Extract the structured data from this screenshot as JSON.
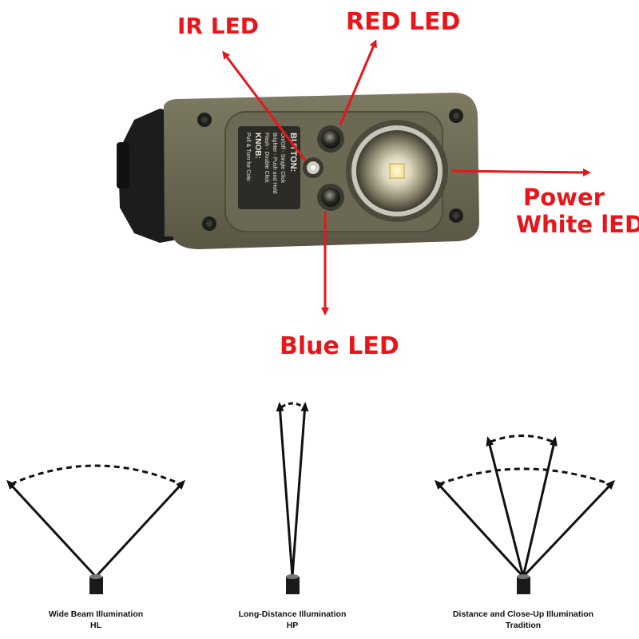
{
  "callouts": {
    "ir_led": "IR LED",
    "red_led": "RED LED",
    "power_line1": "Power",
    "power_line2": "White lED",
    "blue_led": "Blue LED"
  },
  "device_text": {
    "button_head": "BUTTON:",
    "line1": "On/Off - Single Click",
    "line2": "Brighter - Push and Hold",
    "line3": "Flash - Double Click",
    "knob_head": "KNOB:",
    "line4": "Pull & Turn for Colo"
  },
  "beams": [
    {
      "title": "Wide Beam Illumination",
      "code": "HL"
    },
    {
      "title": "Long-Distance Illumination",
      "code": "HP"
    },
    {
      "title": "Distance and Close-Up Illumination",
      "code": "Tradition"
    }
  ],
  "colors": {
    "callout": "#e8161b",
    "housing": "#6e6b55",
    "line": "#111111"
  }
}
